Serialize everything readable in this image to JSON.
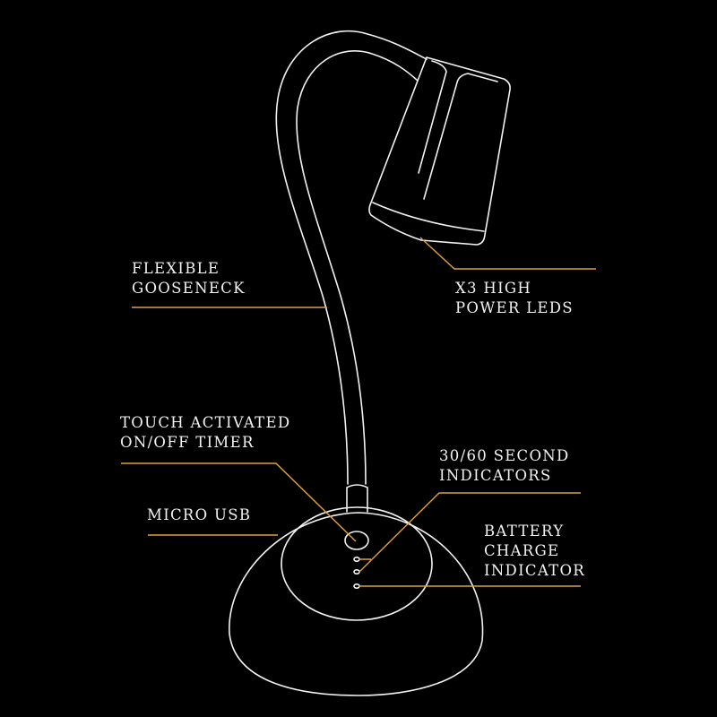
{
  "accent_color": "#e0a040",
  "labels": {
    "gooseneck": [
      "FLEXIBLE",
      "GOOSENECK"
    ],
    "leds": [
      "X3 HIGH",
      "POWER LEDS"
    ],
    "touch": [
      "TOUCH ACTIVATED",
      "ON/OFF TIMER"
    ],
    "usb": [
      "MICRO USB"
    ],
    "indicators": [
      "30/60 SECOND",
      "INDICATORS"
    ],
    "battery": [
      "BATTERY",
      "CHARGE",
      "INDICATOR"
    ]
  }
}
